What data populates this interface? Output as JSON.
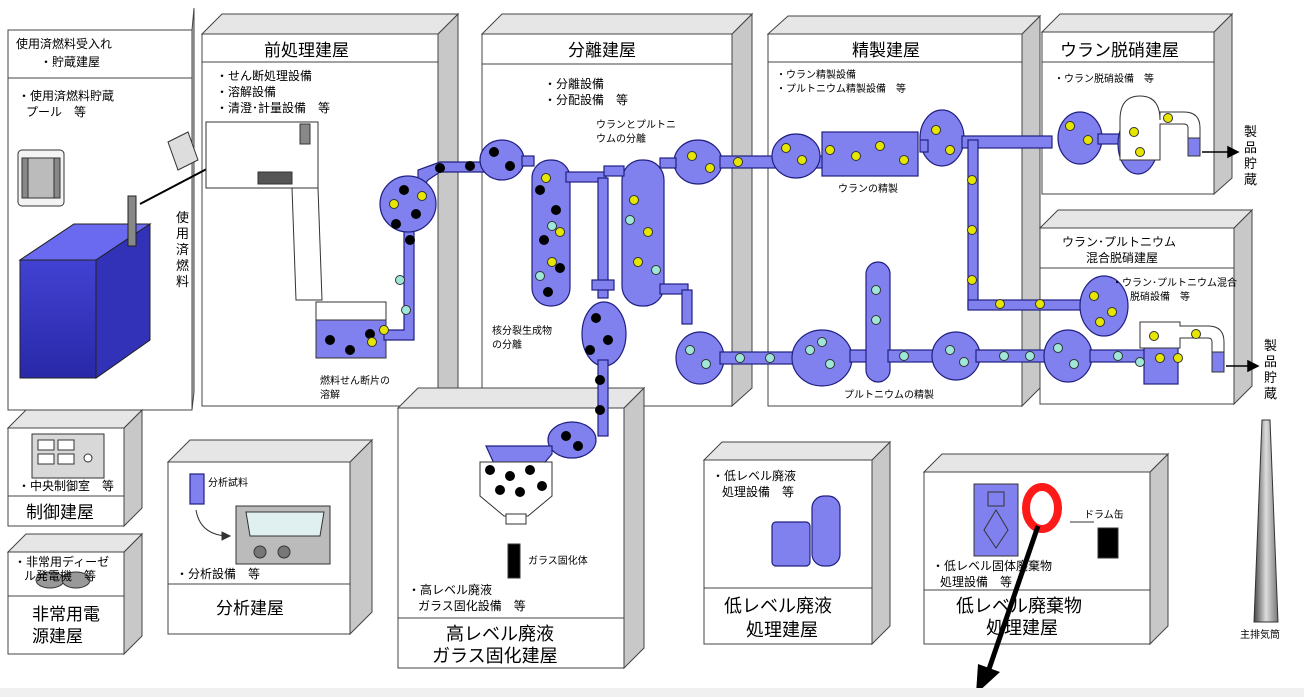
{
  "buildings": {
    "spent_fuel": {
      "title_1": "使用済燃料受入れ",
      "title_2": "・貯蔵建屋",
      "eq_1": "・使用済燃料貯蔵",
      "eq_2": "プール　等"
    },
    "head_end": {
      "title": "前処理建屋",
      "eq_1": "・せん断処理設備",
      "eq_2": "・溶解設備",
      "eq_3": "・清澄･計量設備　等",
      "dissolve_label_1": "燃料せん断片の",
      "dissolve_label_2": "溶解"
    },
    "separation": {
      "title": "分離建屋",
      "eq_1": "・分離設備",
      "eq_2": "・分配設備　等",
      "u_pu_label_1": "ウランとプルトニ",
      "u_pu_label_2": "ウムの分離",
      "fp_label_1": "核分裂生成物",
      "fp_label_2": "の分離"
    },
    "purification": {
      "title": "精製建屋",
      "eq_1": "・ウラン精製設備",
      "eq_2": "・プルトニウム精製設備　等",
      "u_purif": "ウランの精製",
      "pu_purif": "プルトニウムの精製"
    },
    "u_denitration": {
      "title": "ウラン脱硝建屋",
      "eq_1": "・ウラン脱硝設備　等"
    },
    "mox_denitration": {
      "title_1": "ウラン･プルトニウム",
      "title_2": "混合脱硝建屋",
      "eq_1": "・ウラン･プルトニウム混合",
      "eq_2": "脱硝設備　等"
    },
    "control": {
      "eq": "・中央制御室　等",
      "title": "制御建屋"
    },
    "emergency_power": {
      "eq_1": "・非常用ディーゼ",
      "eq_2": "ル発電機　等",
      "title_1": "非常用電",
      "title_2": "源建屋"
    },
    "analysis": {
      "sample": "分析試料",
      "eq": "・分析設備　等",
      "title": "分析建屋"
    },
    "hlw_vitrification": {
      "glass_label": "ガラス固化体",
      "eq_1": "・高レベル廃液",
      "eq_2": "ガラス固化設備　等",
      "title_1": "高レベル廃液",
      "title_2": "ガラス固化建屋"
    },
    "llw_liquid": {
      "eq_1": "・低レベル廃液",
      "eq_2": "処理設備　等",
      "title_1": "低レベル廃液",
      "title_2": "処理建屋"
    },
    "llw_solid": {
      "drum": "ドラム缶",
      "eq_1": "・低レベル固体廃棄物",
      "eq_2": "処理設備　等",
      "title_1": "低レベル廃棄物",
      "title_2": "処理建屋"
    }
  },
  "labels": {
    "spent_fuel_vertical": [
      "使",
      "用",
      "済",
      "燃",
      "料"
    ],
    "product_storage_vertical": [
      "製",
      "品",
      "貯",
      "蔵"
    ],
    "main_stack": "主排気筒"
  },
  "colors": {
    "fluid": "#8080ee",
    "fluid_stroke": "#202080",
    "fp_particle": "#000000",
    "u_particle": "#e6e600",
    "pu_particle": "#9fe7d9",
    "highlight_circle": "#ff1a1a",
    "building_face": "#ffffff",
    "building_side": "#c8c8c8"
  }
}
